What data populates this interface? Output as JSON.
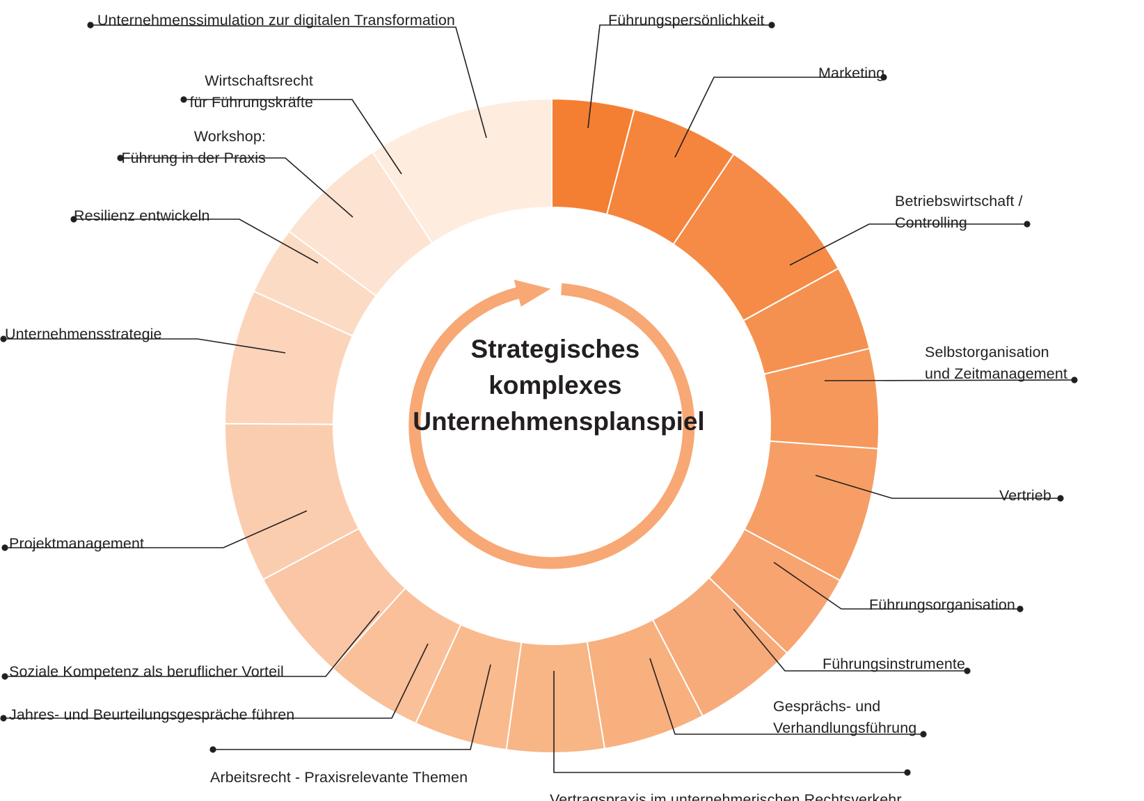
{
  "center": {
    "title_lines": [
      "Strategisches",
      "komplexes",
      "Unternehmensplanspiel"
    ],
    "title_color": "#231f20",
    "cycle_arrow_color": "#f7a874"
  },
  "palette": {
    "text": "#231f20",
    "separator": "#ffffff"
  },
  "modules": [
    {
      "id": "fuehrungspersoenlichkeit",
      "lines": [
        "Führungspersönlichkeit"
      ],
      "color": "#f47f32"
    },
    {
      "id": "marketing",
      "lines": [
        "Marketing"
      ],
      "color": "#f5853c"
    },
    {
      "id": "betriebswirtschaft",
      "lines": [
        "Betriebswirtschaft /",
        "Controlling"
      ],
      "color": "#f58b46"
    },
    {
      "id": "selbstorganisation",
      "lines": [
        "Selbstorganisation",
        "und Zeitmanagement"
      ],
      "color": "#f59150"
    },
    {
      "id": "vertrieb",
      "lines": [
        "Vertrieb"
      ],
      "color": "#f6985b"
    },
    {
      "id": "fuehrungsorganisation",
      "lines": [
        "Führungsorganisation"
      ],
      "color": "#f69e66"
    },
    {
      "id": "fuehrungsinstrumente",
      "lines": [
        "Führungsinstrumente"
      ],
      "color": "#f7a470"
    },
    {
      "id": "gespraechsfuehrung",
      "lines": [
        "Gesprächs- und",
        "Verhandlungsführung"
      ],
      "color": "#f7ab7a"
    },
    {
      "id": "vertragspraxis",
      "lines": [
        "Vertragspraxis im unternehmerischen Rechtsverkehr"
      ],
      "color": "#f8b07f"
    },
    {
      "id": "arbeitsrecht",
      "lines": [
        "Arbeitsrecht - Praxisrelevante Themen"
      ],
      "color": "#f8b585"
    },
    {
      "id": "jahresgespraeche",
      "lines": [
        "Jahres- und Beurteilungsgespräche führen"
      ],
      "color": "#f9ba8d"
    },
    {
      "id": "soziale-kompetenz",
      "lines": [
        "Soziale Kompetenz als beruflicher Vorteil"
      ],
      "color": "#f9c09a"
    },
    {
      "id": "projektmanagement",
      "lines": [
        "Projektmanagement"
      ],
      "color": "#fac6a5"
    },
    {
      "id": "unternehmensstrategie",
      "lines": [
        "Unternehmensstrategie"
      ],
      "color": "#fbcdaf"
    },
    {
      "id": "resilienz",
      "lines": [
        "Resilienz entwickeln"
      ],
      "color": "#fbd4ba"
    },
    {
      "id": "workshop",
      "lines": [
        "Workshop:",
        "Führung in der Praxis"
      ],
      "color": "#fcdbc5"
    },
    {
      "id": "wirtschaftsrecht",
      "lines": [
        "Wirtschaftsrecht",
        "für Führungskräfte"
      ],
      "color": "#fde3d1"
    },
    {
      "id": "simulation",
      "lines": [
        "Unternehmenssimulation zur digitalen Transformation"
      ],
      "color": "#feecdf"
    }
  ]
}
